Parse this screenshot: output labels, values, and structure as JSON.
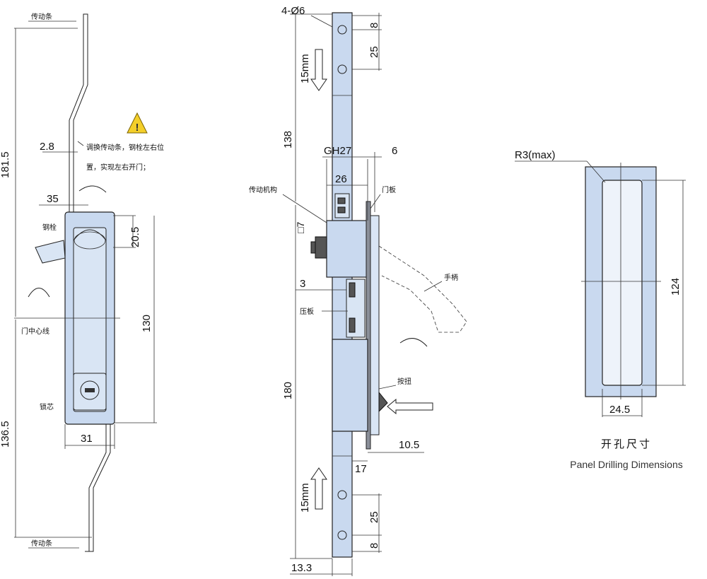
{
  "left_view": {
    "label_top_rod": "传动条",
    "label_bottom_rod": "传动条",
    "dim_181_5": "181.5",
    "dim_136_5": "136.5",
    "dim_2_8": "2.8",
    "note_line1": "调换传动条，钢栓左右位",
    "note_line2": "置，实现左右开门；",
    "dim_35": "35",
    "dim_20_5": "20.5",
    "label_bolt": "钢栓",
    "dim_130": "130",
    "label_door_center": "门中心线",
    "label_lock_core": "锁芯",
    "dim_31": "31"
  },
  "middle_view": {
    "label_holes": "4-Ø6",
    "dim_8_top": "8",
    "dim_25_top": "25",
    "dim_15mm_top": "15mm",
    "dim_138": "138",
    "label_gh27": "GH27",
    "dim_6": "6",
    "dim_26": "26",
    "label_mechanism": "传动机构",
    "label_door_panel": "门板",
    "dim_7": "□7",
    "label_handle": "手柄",
    "dim_3": "3",
    "label_press_plate": "压板",
    "label_button": "按扭",
    "dim_180": "180",
    "dim_10_5": "10.5",
    "dim_17": "17",
    "dim_15mm_bottom": "15mm",
    "dim_25_bottom": "25",
    "dim_8_bottom": "8",
    "dim_13_3": "13.3"
  },
  "right_view": {
    "label_radius": "R3(max)",
    "dim_124": "124",
    "dim_24_5": "24.5",
    "caption_cn": "开孔尺寸",
    "caption_en": "Panel Drilling Dimensions"
  }
}
